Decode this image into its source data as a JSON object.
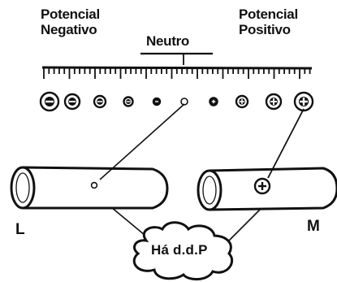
{
  "labels": {
    "negative_line1": "Potencial",
    "negative_line2": "Negativo",
    "positive_line1": "Potencial",
    "positive_line2": "Positivo",
    "neutral": "Neutro",
    "left_conductor": "L",
    "right_conductor": "M",
    "potential_difference": "Há d.d.P"
  },
  "scale_markers": [
    {
      "sign": "-"
    },
    {
      "sign": "-"
    },
    {
      "sign": "-"
    },
    {
      "sign": "-"
    },
    {
      "sign": "0"
    },
    {
      "sign": "+"
    },
    {
      "sign": "+"
    },
    {
      "sign": "+"
    },
    {
      "sign": "+"
    }
  ],
  "colors": {
    "ink": "#111111",
    "background": "#ffffff"
  }
}
